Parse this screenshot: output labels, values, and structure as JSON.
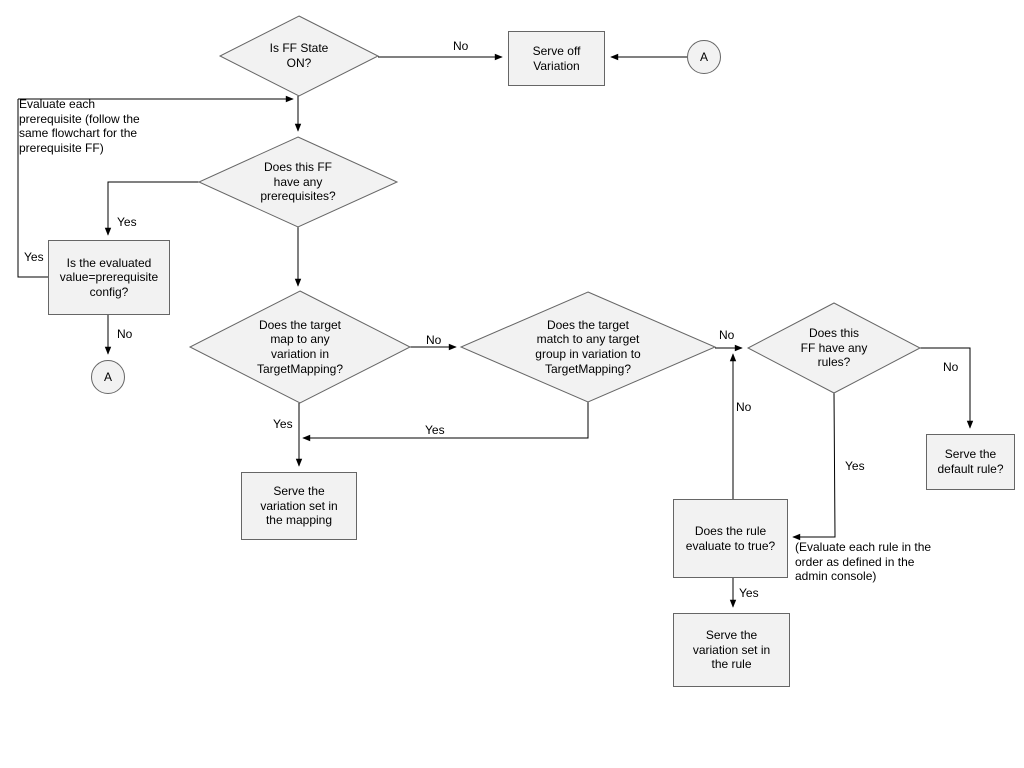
{
  "diagram": {
    "nodes": {
      "is_ff_state_on": "Is FF State\nON?",
      "serve_off_variation": "Serve off\nVariation",
      "connector_a_top": "A",
      "prereq_note": "Evaluate each\nprerequisite (follow the\nsame flowchart for the\nprerequisite FF)",
      "has_prerequisites": "Does this FF\nhave any\nprerequisites?",
      "evaluated_value": "Is the evaluated\nvalue=prerequisite\nconfig?",
      "connector_a_left": "A",
      "target_map": "Does the target\nmap to any\nvariation in\nTargetMapping?",
      "target_match": "Does the target\nmatch to any target\ngroup in variation to\nTargetMapping?",
      "has_rules": "Does this\nFF have any\nrules?",
      "serve_mapping": "Serve the\nvariation set in\nthe mapping",
      "serve_default": "Serve the\ndefault rule?",
      "rule_evaluates": "Does the rule\nevaluate to true?",
      "rules_note": "(Evaluate each rule in the\norder as defined in the\nadmin console)",
      "serve_rule": "Serve the\nvariation set in\nthe rule"
    },
    "edge_labels": {
      "ff_off_no": "No",
      "prereq_yes": "Yes",
      "evaluated_yes": "Yes",
      "evaluated_no": "No",
      "map_no": "No",
      "map_yes": "Yes",
      "match_yes": "Yes",
      "match_no": "No",
      "rule_false_no": "No",
      "rules_no": "No",
      "rules_yes": "Yes",
      "rule_true_yes": "Yes"
    },
    "colors": {
      "node_fill": "#f2f2f2",
      "node_border": "#666666",
      "connector": "#000000"
    }
  }
}
